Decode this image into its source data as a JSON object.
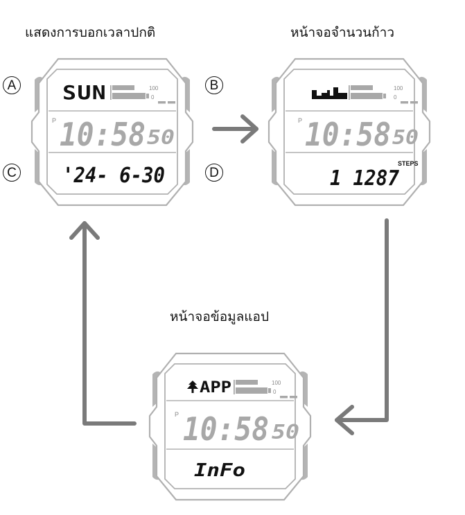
{
  "titles": {
    "normal_time": "แสดงการบอกเวลาปกติ",
    "step_count": "หน้าจอจำนวนก้าว",
    "app_info": "หน้าจอข้อมูลแอป"
  },
  "buttons": {
    "a": "A",
    "b": "B",
    "c": "C",
    "d": "D"
  },
  "watches": {
    "normal": {
      "top_text": "SUN",
      "gauge_max": "100",
      "gauge_min": "0",
      "pm_indicator": "P",
      "time": "10:58",
      "seconds": "50",
      "bottom_text": "'24- 6-30"
    },
    "steps": {
      "top_icon": "step-graph",
      "gauge_max": "100",
      "gauge_min": "0",
      "pm_indicator": "P",
      "time": "10:58",
      "seconds": "50",
      "steps_label": "STEPS",
      "bottom_text": "1 1287"
    },
    "app": {
      "top_text": "APP",
      "top_icon": "app-tree-icon",
      "gauge_max": "100",
      "gauge_min": "0",
      "pm_indicator": "P",
      "time": "10:58",
      "seconds": "50",
      "bottom_text": "InFo"
    }
  },
  "colors": {
    "arrow": "#7a7a7a",
    "watch_outline": "#b0b0b0",
    "button_fill": "#b4b4b4",
    "lcd_dim": "#a8a8a8",
    "lcd_active": "#111111"
  }
}
